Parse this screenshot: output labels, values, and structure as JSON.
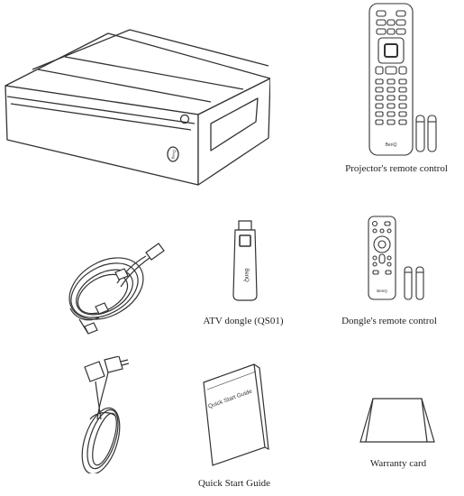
{
  "items": {
    "projector_remote": {
      "caption": "Projector's remote control",
      "brand": "BenQ"
    },
    "atv_dongle": {
      "caption": "ATV dongle (QS01)",
      "brand": "BenQ"
    },
    "dongle_remote": {
      "caption": "Dongle's remote control",
      "brand": "BenQ"
    },
    "quick_start_guide": {
      "caption": "Quick Start Guide",
      "cover_text": "Quick Start Guide"
    },
    "warranty_card": {
      "caption": "Warranty card"
    },
    "projector": {
      "brand": "BenQ"
    }
  }
}
